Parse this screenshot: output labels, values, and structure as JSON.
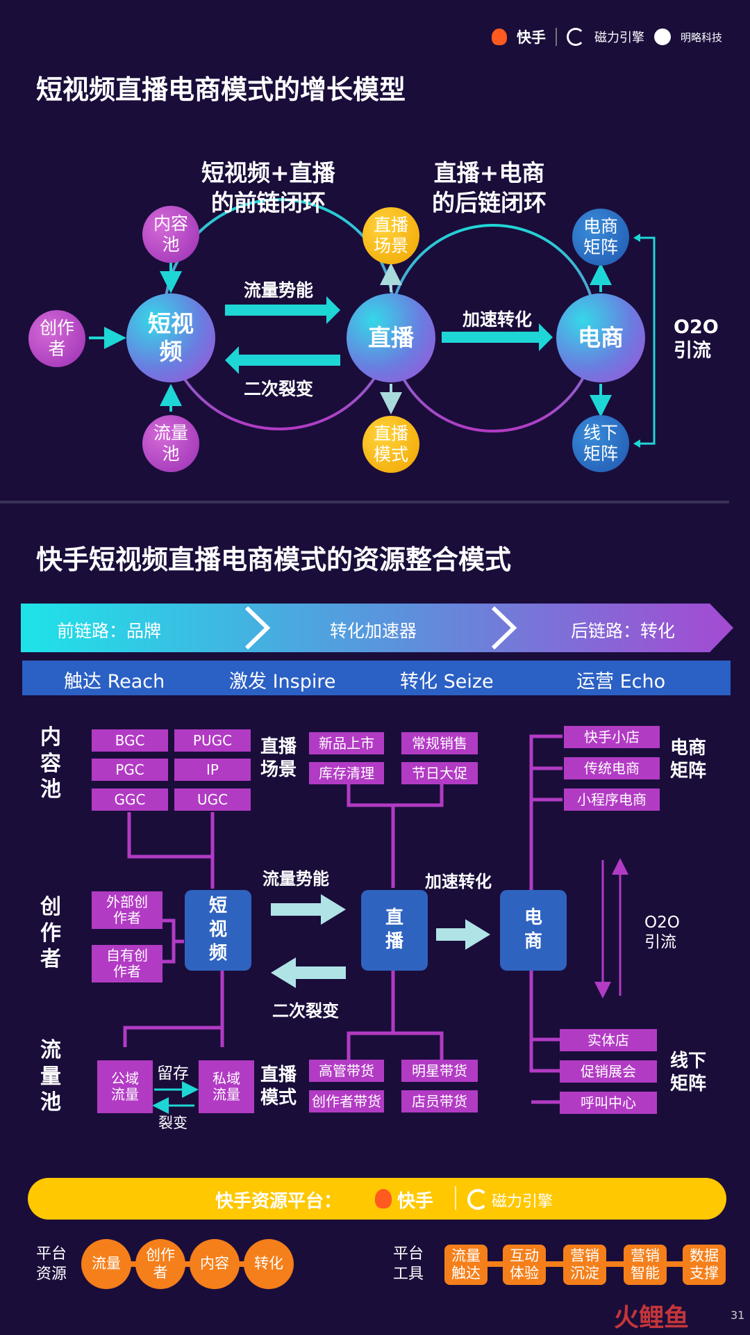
{
  "header": {
    "brand1": "快手",
    "brand2": "磁力引擎",
    "brand3": "明略科技",
    "page_number": "31",
    "watermark": "火鲤鱼"
  },
  "section1": {
    "title": "短视频直播电商模式的增长模型",
    "left_loop_label": "短视频+直播\n的前链闭环",
    "right_loop_label": "直播+电商\n的后链闭环",
    "nodes": {
      "creator": "创作\n者",
      "content_pool": "内容\n池",
      "traffic_pool": "流量\n池",
      "short_video": "短视\n频",
      "live": "直播",
      "live_scene": "直播\n场景",
      "live_mode": "直播\n模式",
      "ecommerce": "电商",
      "ecom_matrix": "电商\n矩阵",
      "offline_matrix": "线下\n矩阵"
    },
    "arrows": {
      "traffic_momentum": "流量势能",
      "secondary_fission": "二次裂变",
      "accelerate_conversion": "加速转化",
      "o2o": "O2O\n引流"
    }
  },
  "section2": {
    "title": "快手短视频直播电商模式的资源整合模式",
    "banner": [
      "前链路：品牌",
      "转化加速器",
      "后链路：转化"
    ],
    "stages": [
      "触达 Reach",
      "激发 Inspire",
      "转化 Seize",
      "运营 Echo"
    ],
    "content_pool_label": "内\n容\n池",
    "content_pool_items": [
      "BGC",
      "PUGC",
      "PGC",
      "IP",
      "GGC",
      "UGC"
    ],
    "creator_label": "创\n作\n者",
    "creator_items": [
      "外部创\n作者",
      "自有创\n作者"
    ],
    "traffic_pool_label": "流\n量\n池",
    "public_traffic": "公域\n流量",
    "private_traffic": "私域\n流量",
    "retain": "留存",
    "fission": "裂变",
    "live_scene_label": "直播\n场景",
    "live_scene_items": [
      "新品上市",
      "常规销售",
      "库存清理",
      "节日大促"
    ],
    "live_mode_label": "直播\n模式",
    "live_mode_items": [
      "高管带货",
      "明星带货",
      "创作者带货",
      "店员带货"
    ],
    "short_video": "短\n视\n频",
    "live": "直\n播",
    "ecommerce": "电\n商",
    "traffic_momentum": "流量势能",
    "secondary_fission": "二次裂变",
    "accelerate_conversion": "加速转化",
    "o2o": "O2O\n引流",
    "ecom_matrix_label": "电商\n矩阵",
    "ecom_matrix_items": [
      "快手小店",
      "传统电商",
      "小程序电商"
    ],
    "offline_matrix_label": "线下\n矩阵",
    "offline_matrix_items": [
      "实体店",
      "促销展会",
      "呼叫中心"
    ]
  },
  "footer": {
    "platform_label": "快手资源平台：",
    "platform_brand1": "快手",
    "platform_brand2": "磁力引擎",
    "resources_label": "平台\n资源",
    "resources": [
      "流量",
      "创作\n者",
      "内容",
      "转化"
    ],
    "tools_label": "平台\n工具",
    "tools": [
      "流量\n触达",
      "互动\n体验",
      "营销\n沉淀",
      "营销\n智能",
      "数据\n支撑"
    ]
  },
  "colors": {
    "background": "#1a0d3a",
    "cyan": "#1fd6d6",
    "purple": "#b23bc4",
    "blue": "#2f63c0",
    "orange": "#f57f1a",
    "yellow": "#ffc800"
  }
}
